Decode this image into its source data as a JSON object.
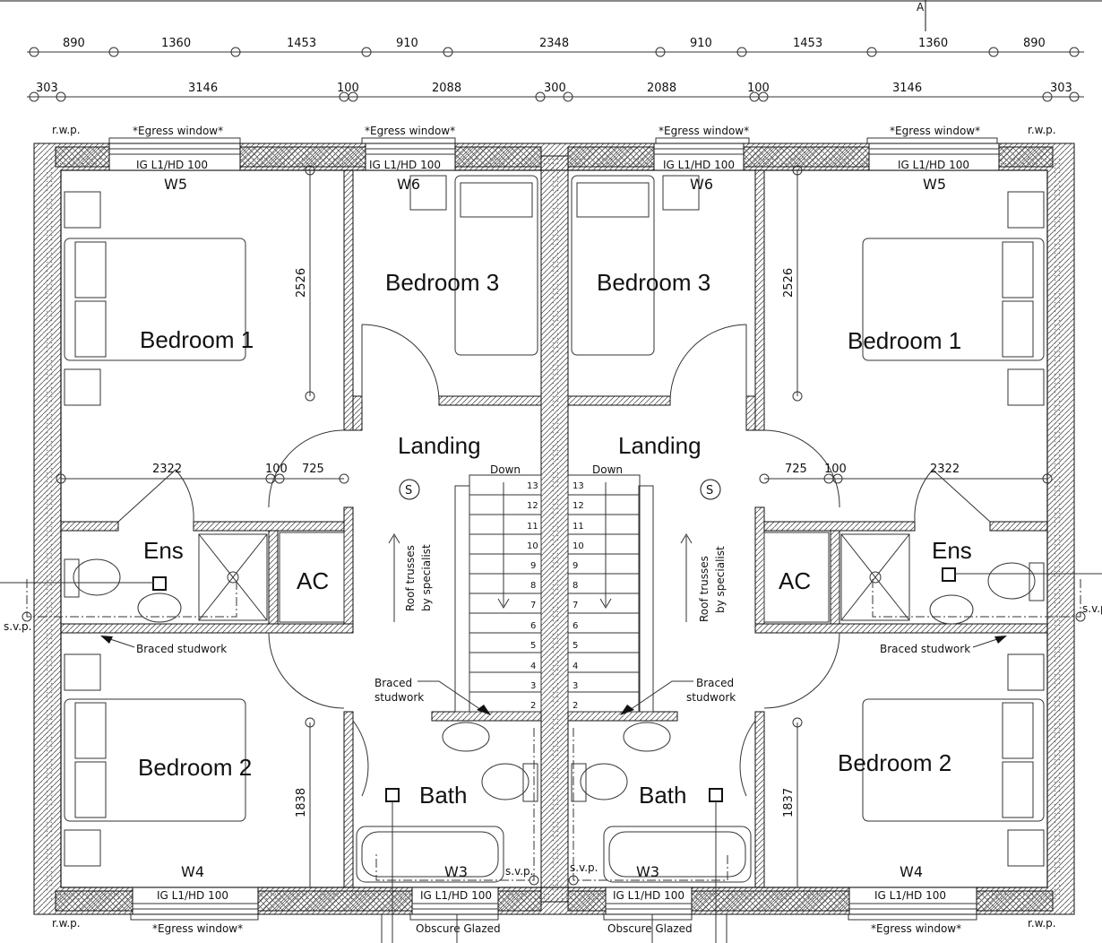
{
  "section_marker": "A",
  "dims_top": [
    "890",
    "1360",
    "1453",
    "910",
    "2348",
    "910",
    "1453",
    "1360",
    "890"
  ],
  "dims_second": [
    "303",
    "3146",
    "100",
    "2088",
    "300",
    "2088",
    "100",
    "3146",
    "303"
  ],
  "labels": {
    "rwp": "r.w.p.",
    "svp": "s.v.p.",
    "egress": "*Egress window*",
    "ig": "IG L1/HD 100",
    "obscure": "Obscure Glazed",
    "braced_studwork": "Braced studwork",
    "braced": "Braced",
    "studwork": "studwork",
    "roof_trusses": "Roof trusses",
    "by_specialist": "by specialist",
    "down": "Down",
    "smoke": "S"
  },
  "windows": {
    "w3": "W3",
    "w4": "W4",
    "w5": "W5",
    "w6": "W6"
  },
  "rooms": {
    "bedroom1": "Bedroom 1",
    "bedroom2": "Bedroom 2",
    "bedroom3": "Bedroom 3",
    "landing": "Landing",
    "ens": "Ens",
    "ac": "AC",
    "bath": "Bath"
  },
  "inner_dims": {
    "left_2526": "2526",
    "right_2526": "2526",
    "left_1838": "1838",
    "right_1837": "1837",
    "d2322": "2322",
    "d100": "100",
    "d725": "725"
  },
  "stair_steps": [
    "13",
    "12",
    "11",
    "10",
    "9",
    "8",
    "7",
    "6",
    "5",
    "4",
    "3",
    "2"
  ],
  "colors": {
    "line": "#111111",
    "hatch": "#555555",
    "background": "#ffffff"
  }
}
